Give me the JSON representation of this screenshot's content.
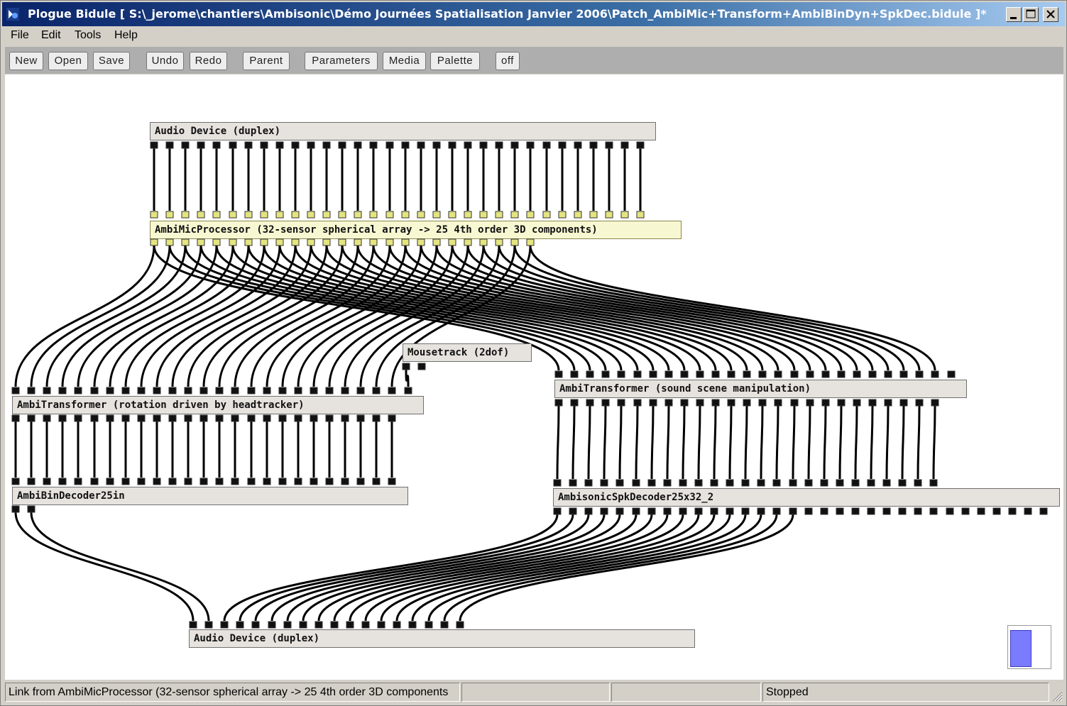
{
  "window": {
    "title": "Plogue Bidule [ S:\\_jerome\\chantiers\\Ambisonic\\Démo Journées Spatialisation Janvier 2006\\Patch_AmbiMic+Transform+AmbiBinDyn+SpkDec.bidule ]*"
  },
  "menu": [
    "File",
    "Edit",
    "Tools",
    "Help"
  ],
  "toolbar": {
    "new": "New",
    "open": "Open",
    "save": "Save",
    "undo": "Undo",
    "redo": "Redo",
    "parent": "Parent",
    "parameters": "Parameters",
    "media": "Media",
    "palette": "Palette",
    "off": "off"
  },
  "nodes": {
    "audio_in": "Audio Device (duplex)",
    "ambimic": "AmbiMicProcessor (32-sensor spherical array -> 25 4th order 3D components)",
    "mousetrack": "Mousetrack (2dof)",
    "transformer_left": "AmbiTransformer (rotation driven by headtracker)",
    "transformer_right": "AmbiTransformer (sound scene manipulation)",
    "bindecoder": "AmbiBinDecoder25in",
    "spkdecoder": "AmbisonicSpkDecoder25x32_2",
    "audio_out": "Audio Device (duplex)"
  },
  "status": {
    "message": "Link from AmbiMicProcessor (32-sensor spherical array -> 25 4th order 3D components",
    "pane2": "",
    "pane3": "",
    "state": "Stopped"
  },
  "colors": {
    "selected_node": "#f7f7d2",
    "port": "#111111",
    "selected_port": "#e4e480",
    "minimap_view": "#7b7bff"
  }
}
